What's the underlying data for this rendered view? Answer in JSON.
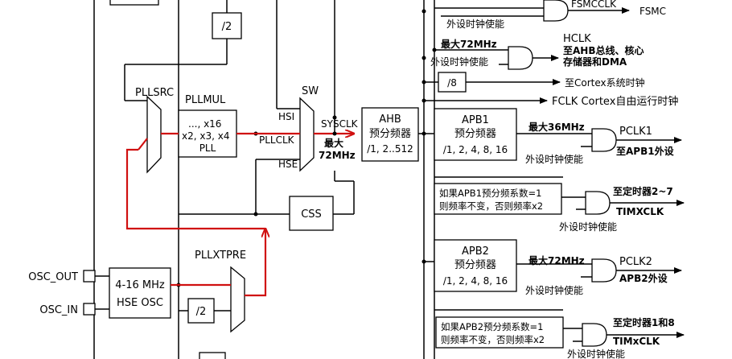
{
  "labels": {
    "fsmcclk": "FSMCCLK",
    "fsmc": "FSMC",
    "periph_enable_1": "外设时钟使能",
    "max72_top": "最大72MHz",
    "hclk": "HCLK",
    "hclk_desc_1": "至AHB总线、核心",
    "hclk_desc_2": "存储器和DMA",
    "periph_enable_2": "外设时钟使能",
    "div8": "/8",
    "to_cortex": "至Cortex系统时钟",
    "fclk": "FCLK Cortex自由运行时钟",
    "div2_top": "/2",
    "pllsrc": "PLLSRC",
    "pllmul": "PLLMUL",
    "pll_l1": "..., x16",
    "pll_l2": "x2, x3, x4",
    "pll_l3": "PLL",
    "sw": "SW",
    "hsi": "HSI",
    "sysclk": "SYSCLK",
    "pllclk": "PLLCLK",
    "hse": "HSE",
    "max_sys_1": "最大",
    "max_sys_2": "72MHz",
    "ahb_1": "AHB",
    "ahb_2": "预分频器",
    "ahb_3": "/1, 2..512",
    "apb1_1": "APB1",
    "apb1_2": "预分频器",
    "apb1_3": "/1, 2, 4, 8, 16",
    "max36": "最大36MHz",
    "pclk1": "PCLK1",
    "to_apb1": "至APB1外设",
    "periph_enable_3": "外设时钟使能",
    "tim1_1": "如果APB1预分频系数=1",
    "tim1_2": "则频率不变，否则频率x2",
    "to_timer27": "至定时器2~7",
    "timxclk_1": "TIMXCLK",
    "periph_enable_4": "外设时钟使能",
    "css": "CSS",
    "apb2_1": "APB2",
    "apb2_2": "预分频器",
    "apb2_3": "/1, 2, 4, 8, 16",
    "max72_apb2": "最大72MHz",
    "pclk2": "PCLK2",
    "to_apb2": "APB2外设",
    "pllxtpre": "PLLXTPRE",
    "osc_out": "OSC_OUT",
    "osc_in": "OSC_IN",
    "hse_osc_1": "4-16 MHz",
    "hse_osc_2": "HSE OSC",
    "div2_bottom": "/2",
    "tim2_1": "如果APB2预分频系数=1",
    "tim2_2": "则频率不变，否则频率x2",
    "to_timer18": "至定时器1和8",
    "timxclk_2": "TIMxCLK",
    "periph_enable_5": "外设时钟使能"
  },
  "colors": {
    "highlight_path": "#d01010",
    "line": "#000000"
  }
}
